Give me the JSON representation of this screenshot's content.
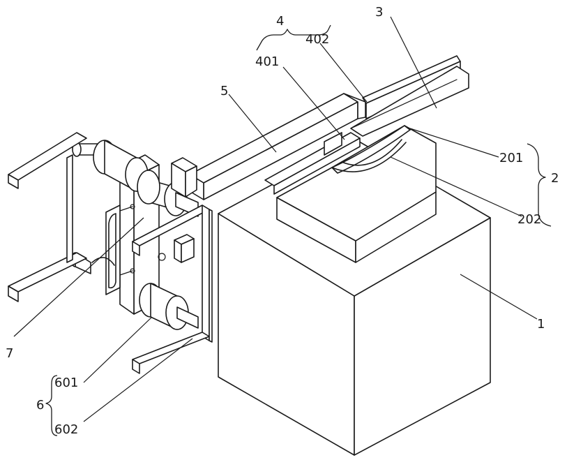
{
  "callouts": {
    "c1": "1",
    "c2": "2",
    "c201": "201",
    "c202": "202",
    "c3": "3",
    "c4": "4",
    "c401": "401",
    "c402": "402",
    "c5": "5",
    "c6": "6",
    "c601": "601",
    "c602": "602",
    "c7": "7"
  }
}
